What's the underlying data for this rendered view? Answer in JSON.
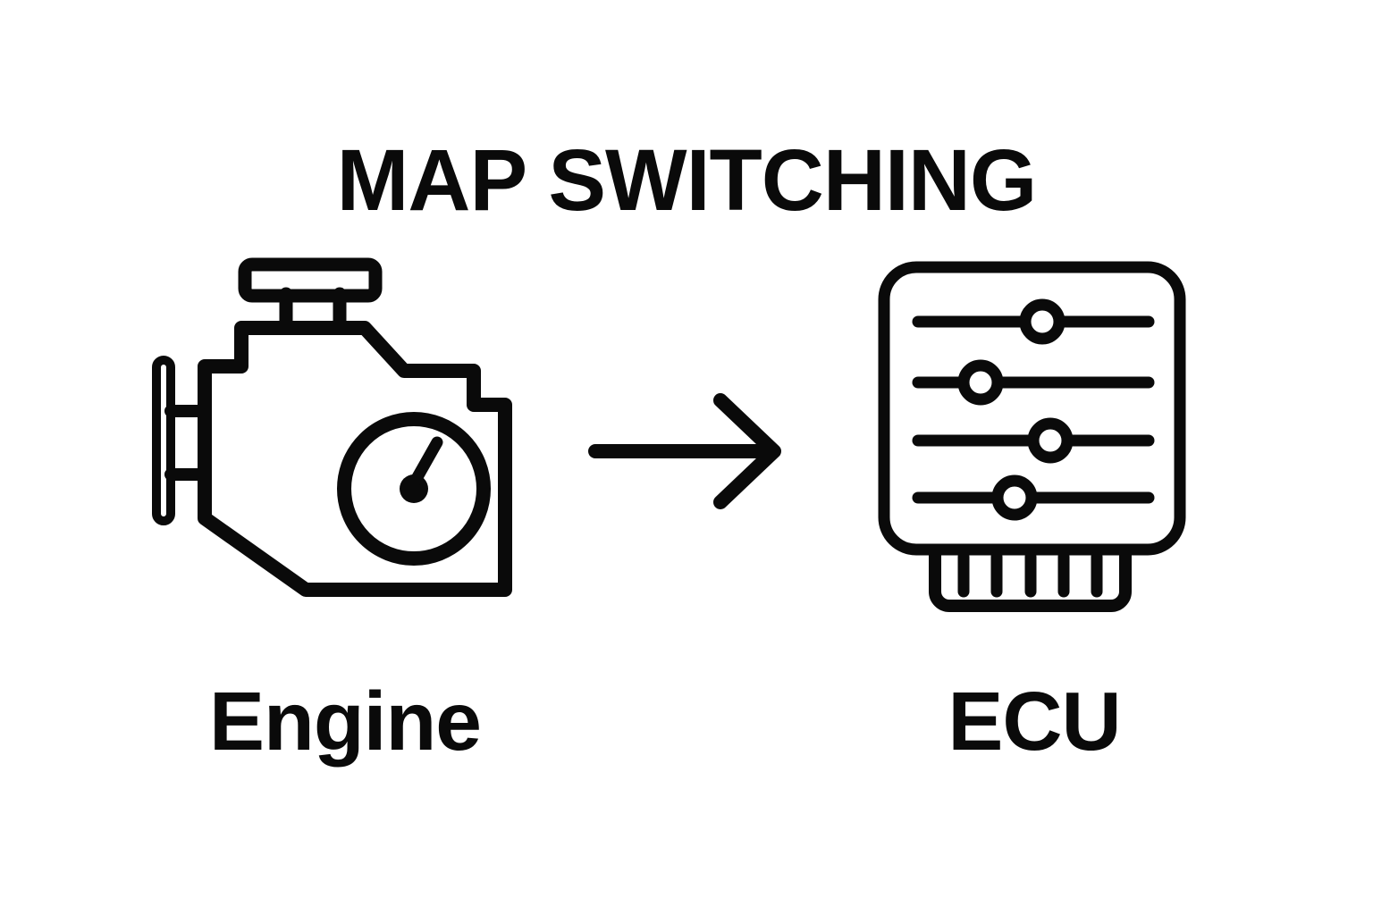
{
  "page": {
    "title": "MAP SWITCHING",
    "background_color": "#ffffff",
    "foreground_color": "#0a0a0a"
  },
  "diagram": {
    "flow_direction": "left-to-right",
    "source": {
      "label": "Engine",
      "icon": "engine-icon"
    },
    "connector": {
      "icon": "arrow-right-icon"
    },
    "target": {
      "label": "ECU",
      "icon": "ecu-icon",
      "slider_rows": 4,
      "connector_pins": 5
    }
  }
}
